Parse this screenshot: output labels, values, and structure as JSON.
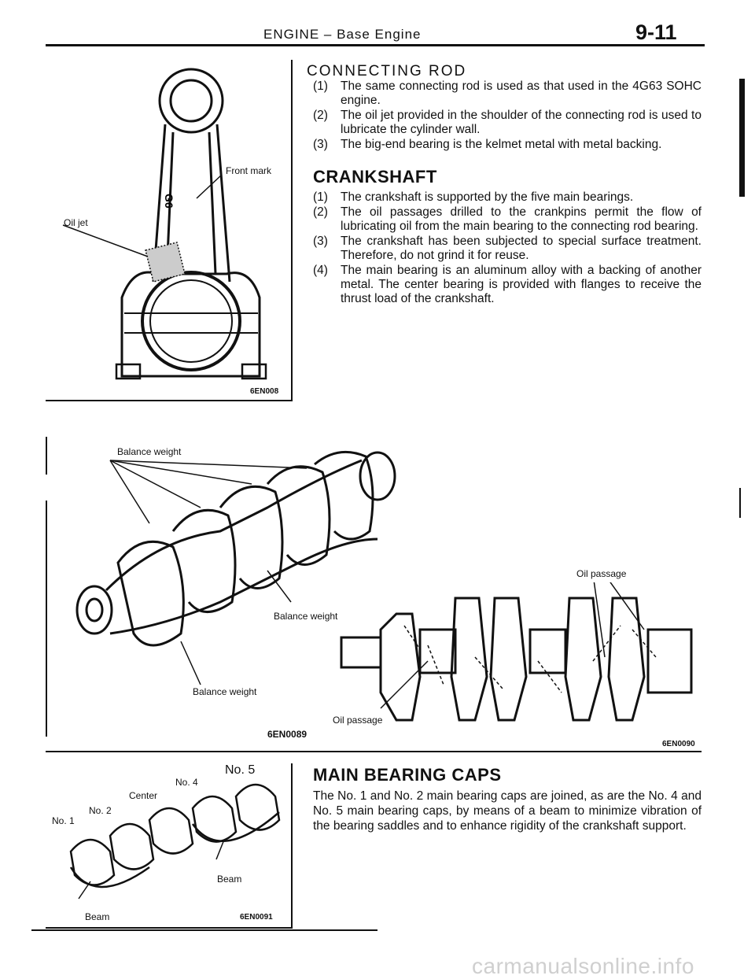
{
  "header": {
    "title": "ENGINE – Base Engine",
    "page_number": "9-11"
  },
  "connecting_rod": {
    "title": "CONNECTING ROD",
    "items": [
      {
        "num": "(1)",
        "text": "The same connecting rod is used as that used in the 4G63 SOHC engine."
      },
      {
        "num": "(2)",
        "text": "The oil jet provided in the shoulder of the connecting rod is used to lubricate the cylinder wall."
      },
      {
        "num": "(3)",
        "text": "The big-end bearing is the kelmet metal with metal backing."
      }
    ],
    "figure": {
      "label_front_mark": "Front mark",
      "label_oil_jet": "Oil jet",
      "rod_marking": "G6",
      "code": "6EN008"
    }
  },
  "crankshaft": {
    "title": "CRANKSHAFT",
    "items": [
      {
        "num": "(1)",
        "text": "The crankshaft is supported by the five main bearings."
      },
      {
        "num": "(2)",
        "text": "The oil passages drilled to the crankpins permit the flow of lubricating oil from the main bearing to the connecting rod bearing."
      },
      {
        "num": "(3)",
        "text": "The crankshaft has been subjected to special surface treatment. Therefore, do not grind it for reuse."
      },
      {
        "num": "(4)",
        "text": "The main bearing is an aluminum alloy with a backing of another metal. The center bearing is provided with flanges to receive the thrust load of the crankshaft."
      }
    ],
    "figure_left": {
      "label_balance_weight_top": "Balance weight",
      "label_balance_weight_mid": "Balance weight",
      "label_balance_weight_bottom": "Balance weight",
      "code": "6EN0089"
    },
    "figure_right": {
      "label_oil_passage_top": "Oil passage",
      "label_oil_passage_bottom": "Oil passage",
      "code": "6EN0090"
    }
  },
  "main_bearing_caps": {
    "title": "MAIN BEARING CAPS",
    "text": "The No. 1 and No. 2 main bearing caps are joined, as are the No. 4 and No. 5 main bearing caps, by means of a beam to minimize vibration of the bearing saddles and to enhance rigidity of the crankshaft support.",
    "figure": {
      "label_no1": "No. 1",
      "label_no2": "No. 2",
      "label_center": "Center",
      "label_no4": "No. 4",
      "label_no5": "No. 5",
      "label_beam_left": "Beam",
      "label_beam_right": "Beam",
      "code": "6EN0091"
    }
  },
  "footer": {
    "watermark": "carmanualsonline.info"
  }
}
